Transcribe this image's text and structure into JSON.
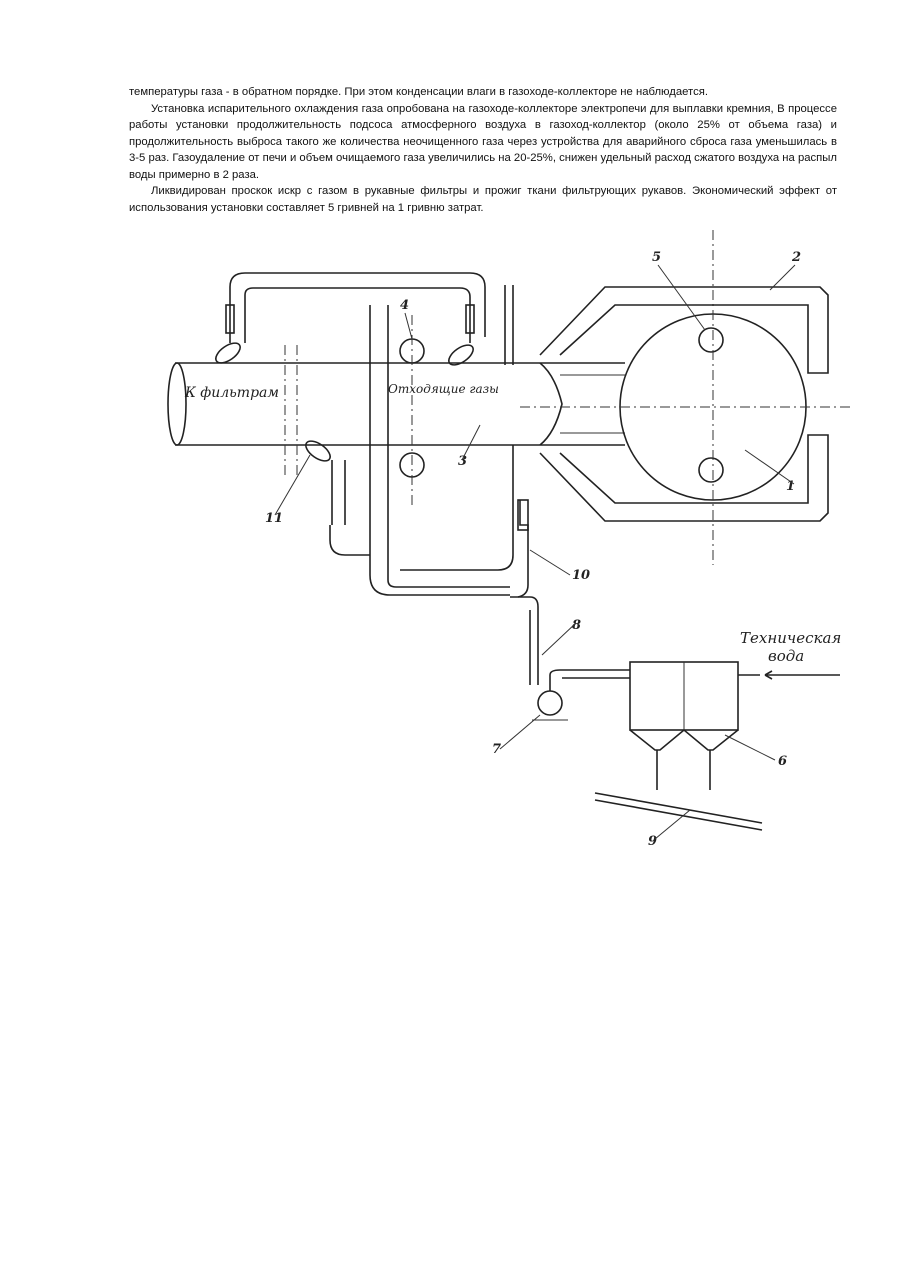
{
  "document": {
    "paragraphs": [
      {
        "text": "температуры газа - в обратном порядке. При этом конденсации влаги в газоходе-коллекторе не наблюдается.",
        "indent": false
      },
      {
        "text": "Установка испарительного охлаждения газа опробована на газоходе-коллекторе электропечи для выплавки кремния, В процессе работы установки продолжительность подсоса атмосферного воздуха в газоход-коллектор (около 25% от объема газа) и продолжительность выброса такого же количества неочищенного газа через устройства для аварийного сброса газа уменьшилась в 3-5 раз. Газоудаление от печи и объем очищаемого газа увеличились на 20-25%, снижен удельный расход сжатого воздуха на распыл воды примерно в 2 раза.",
        "indent": true
      },
      {
        "text": "Ликвидирован проскок искр с газом в рукавные фильтры и прожиг ткани фильтрующих рукавов. Экономический эффект от использования установки составляет 5 гривней на 1 гривню затрат.",
        "indent": true
      }
    ]
  },
  "figure": {
    "labels": {
      "to_filter": "К фильтрам",
      "exhaust_gases": "Отходящие газы",
      "tech_water_line1": "Техническая",
      "tech_water_line2": "вода"
    },
    "callouts": {
      "n1": "1",
      "n2": "2",
      "n3": "3",
      "n4": "4",
      "n5": "5",
      "n6": "6",
      "n7": "7",
      "n8": "8",
      "n9": "9",
      "n10": "10",
      "n11": "11"
    }
  }
}
